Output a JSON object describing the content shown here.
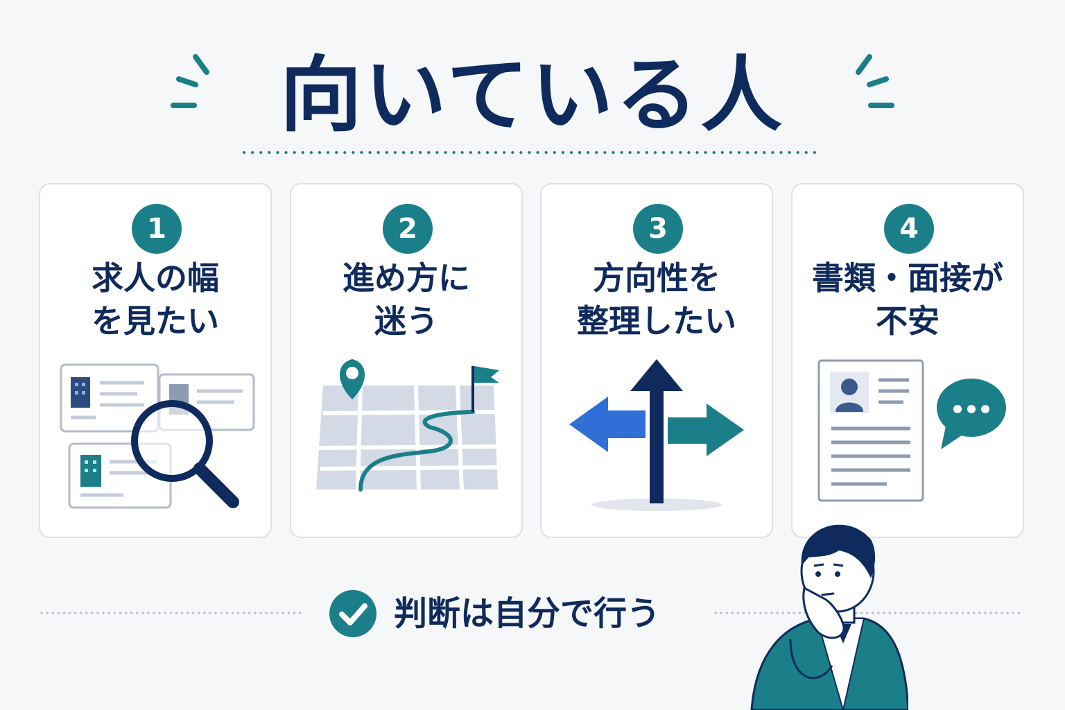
{
  "title": "向いている人",
  "colors": {
    "navy": "#102a5c",
    "teal": "#1a7f88",
    "blue": "#2f6fd6",
    "gray": "#a9b4c6",
    "background": "#f6f7f9"
  },
  "cards": [
    {
      "number": "1",
      "line1": "求人の幅",
      "line2": "を見たい",
      "icon": "job-search-magnifier-icon"
    },
    {
      "number": "2",
      "line1": "進め方に",
      "line2": "迷う",
      "icon": "map-route-icon"
    },
    {
      "number": "3",
      "line1": "方向性を",
      "line2": "整理したい",
      "icon": "crossroad-arrows-icon"
    },
    {
      "number": "4",
      "line1": "書類・面接が",
      "line2": "不安",
      "icon": "resume-chat-icon"
    }
  ],
  "conclusion": "判断は自分で行う",
  "illustration": "thinking-businessman"
}
